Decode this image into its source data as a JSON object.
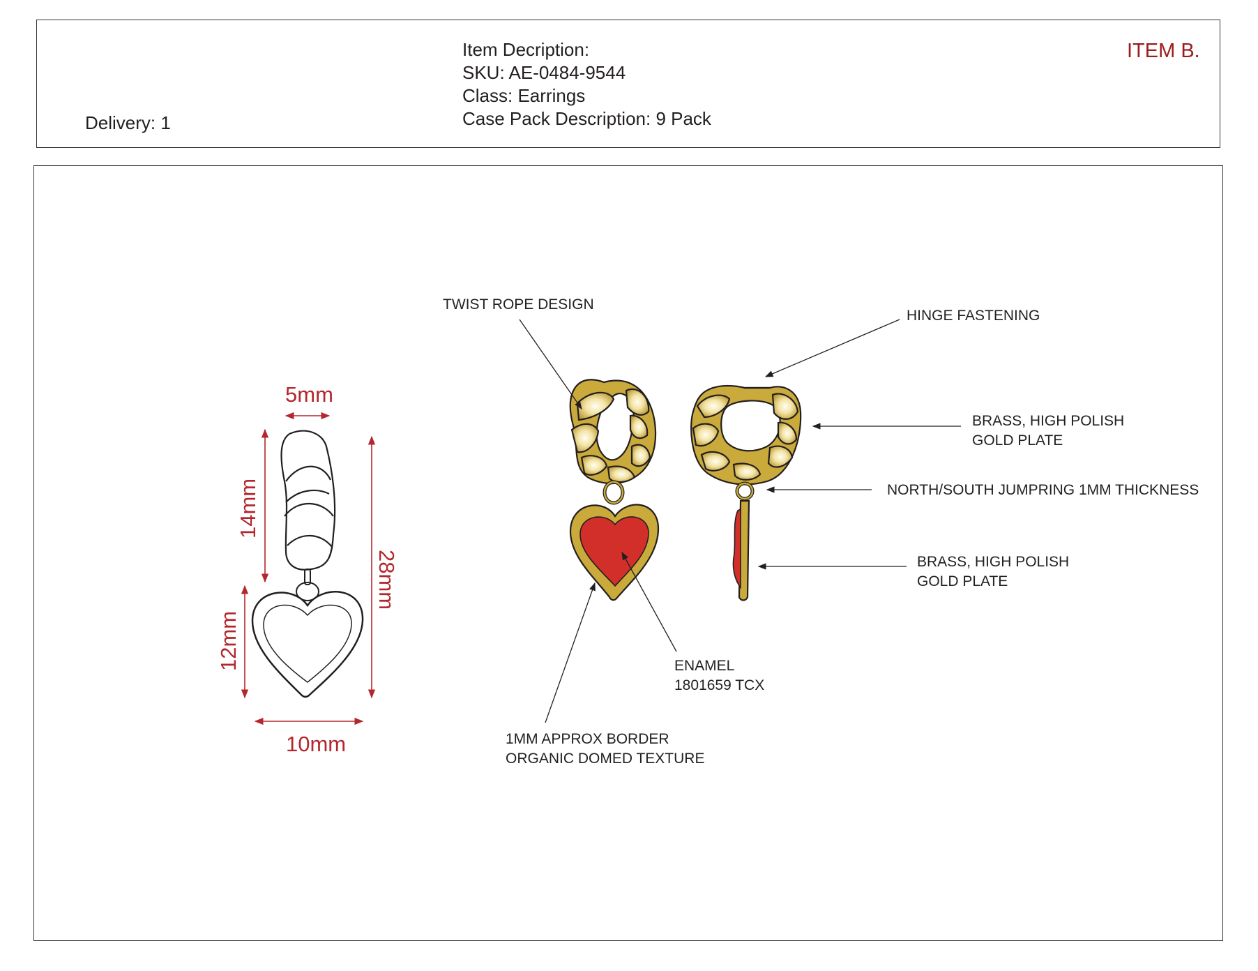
{
  "header": {
    "item_description_label": "Item Decription:",
    "sku": "SKU: AE-0484-9544",
    "class": "Class: Earrings",
    "case_pack": "Case Pack Description: 9 Pack",
    "delivery": "Delivery: 1",
    "item_tag": "ITEM B."
  },
  "colors": {
    "gold": "#c9aa3a",
    "gold_highlight": "#fffbea",
    "enamel_red": "#d32f2a",
    "dimension_red": "#b3272d",
    "outline": "#231f20"
  },
  "dimensions": {
    "width_top": "5mm",
    "height_top": "14mm",
    "height_total": "28mm",
    "height_heart": "12mm",
    "width_heart": "10mm"
  },
  "callouts": {
    "twist_rope": "TWIST ROPE DESIGN",
    "hinge": "HINGE FASTENING",
    "brass1_line1": "BRASS, HIGH POLISH",
    "brass1_line2": "GOLD PLATE",
    "jumpring": "NORTH/SOUTH JUMPRING 1MM THICKNESS",
    "brass2_line1": "BRASS, HIGH POLISH",
    "brass2_line2": "GOLD PLATE",
    "enamel_line1": "ENAMEL",
    "enamel_line2": "1801659 TCX",
    "border_line1": "1MM APPROX BORDER",
    "border_line2": "ORGANIC DOMED TEXTURE"
  }
}
